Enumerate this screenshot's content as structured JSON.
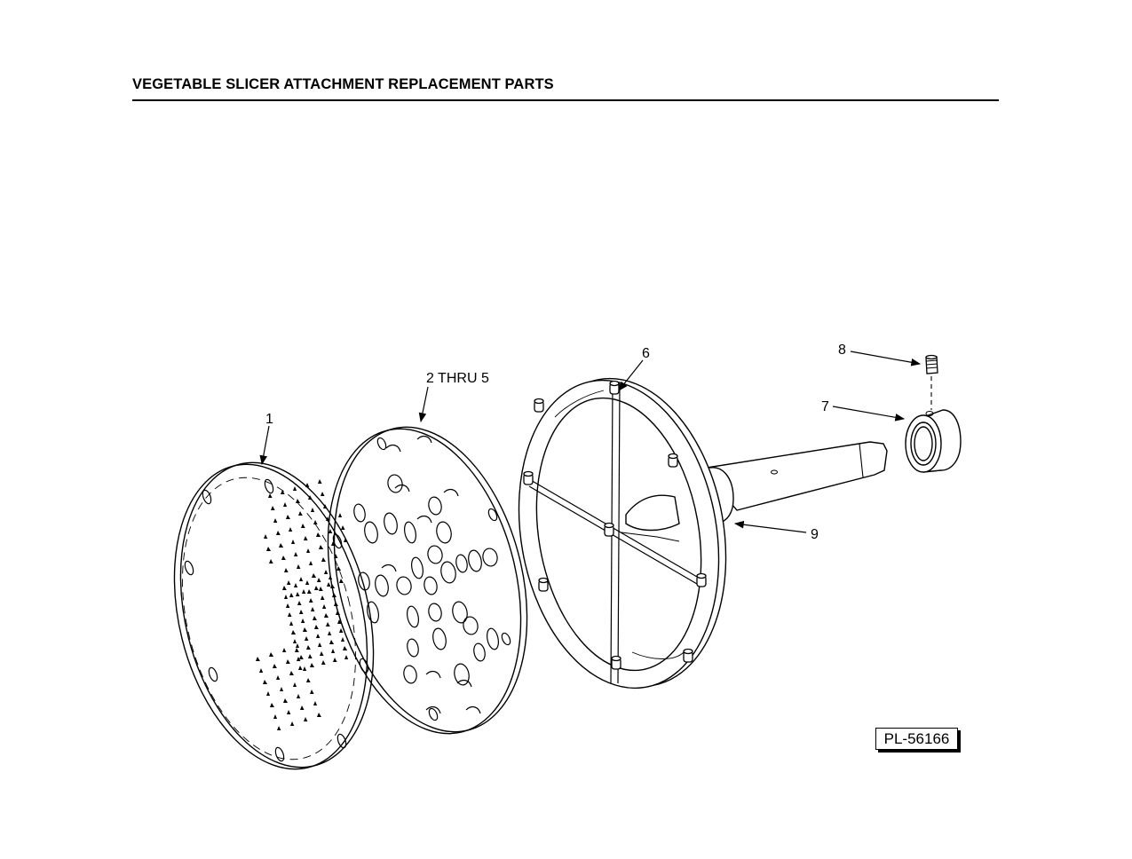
{
  "header": {
    "title": "VEGETABLE SLICER ATTACHMENT REPLACEMENT PARTS"
  },
  "callouts": [
    {
      "id": "c1",
      "label": "1"
    },
    {
      "id": "c2",
      "label": "2 THRU 5"
    },
    {
      "id": "c6",
      "label": "6"
    },
    {
      "id": "c7",
      "label": "7"
    },
    {
      "id": "c8",
      "label": "8"
    },
    {
      "id": "c9",
      "label": "9"
    }
  ],
  "drawing_number": "PL-56166"
}
